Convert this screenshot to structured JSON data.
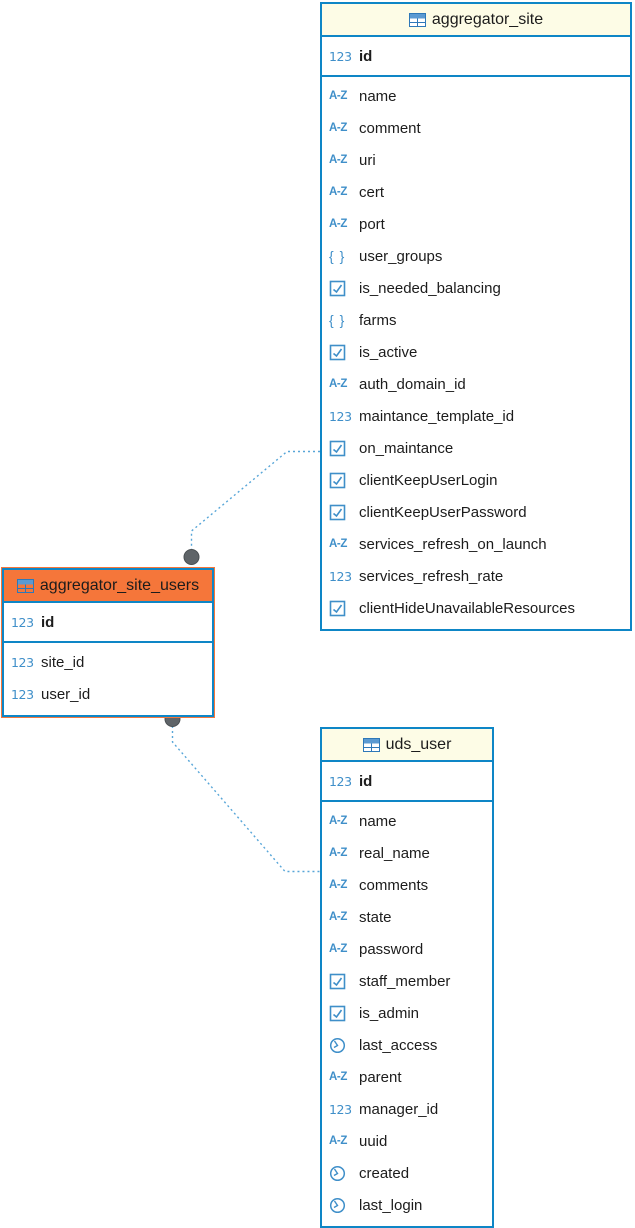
{
  "diagram_type": "entity-relationship",
  "colors": {
    "table_border": "#0e86c6",
    "header_yellow": "#fdfce6",
    "header_orange": "#f5763a",
    "icon_blue": "#3f8fc9",
    "connector": "#58a6d8",
    "anchor_dot": "#5f6468"
  },
  "icon_glyphs": {
    "numeric": "123",
    "text": "A-Z",
    "json": "{ }"
  },
  "tables": [
    {
      "name": "aggregator_site",
      "selected": false,
      "primary_key": [
        {
          "type": "numeric",
          "name": "id"
        }
      ],
      "columns": [
        {
          "type": "text",
          "name": "name"
        },
        {
          "type": "text",
          "name": "comment"
        },
        {
          "type": "text",
          "name": "uri"
        },
        {
          "type": "text",
          "name": "cert"
        },
        {
          "type": "text",
          "name": "port"
        },
        {
          "type": "json",
          "name": "user_groups"
        },
        {
          "type": "boolean",
          "name": "is_needed_balancing"
        },
        {
          "type": "json",
          "name": "farms"
        },
        {
          "type": "boolean",
          "name": "is_active"
        },
        {
          "type": "text",
          "name": "auth_domain_id"
        },
        {
          "type": "numeric",
          "name": "maintance_template_id"
        },
        {
          "type": "boolean",
          "name": "on_maintance"
        },
        {
          "type": "boolean",
          "name": "clientKeepUserLogin"
        },
        {
          "type": "boolean",
          "name": "clientKeepUserPassword"
        },
        {
          "type": "text",
          "name": "services_refresh_on_launch"
        },
        {
          "type": "numeric",
          "name": "services_refresh_rate"
        },
        {
          "type": "boolean",
          "name": "clientHideUnavailableResources"
        }
      ]
    },
    {
      "name": "aggregator_site_users",
      "selected": true,
      "primary_key": [
        {
          "type": "numeric",
          "name": "id"
        }
      ],
      "columns": [
        {
          "type": "numeric",
          "name": "site_id"
        },
        {
          "type": "numeric",
          "name": "user_id"
        }
      ]
    },
    {
      "name": "uds_user",
      "selected": false,
      "primary_key": [
        {
          "type": "numeric",
          "name": "id"
        }
      ],
      "columns": [
        {
          "type": "text",
          "name": "name"
        },
        {
          "type": "text",
          "name": "real_name"
        },
        {
          "type": "text",
          "name": "comments"
        },
        {
          "type": "text",
          "name": "state"
        },
        {
          "type": "text",
          "name": "password"
        },
        {
          "type": "boolean",
          "name": "staff_member"
        },
        {
          "type": "boolean",
          "name": "is_admin"
        },
        {
          "type": "datetime",
          "name": "last_access"
        },
        {
          "type": "text",
          "name": "parent"
        },
        {
          "type": "numeric",
          "name": "manager_id"
        },
        {
          "type": "text",
          "name": "uuid"
        },
        {
          "type": "datetime",
          "name": "created"
        },
        {
          "type": "datetime",
          "name": "last_login"
        }
      ]
    }
  ],
  "relations": [
    {
      "from": "aggregator_site_users",
      "to": "aggregator_site"
    },
    {
      "from": "aggregator_site_users",
      "to": "uds_user"
    }
  ]
}
